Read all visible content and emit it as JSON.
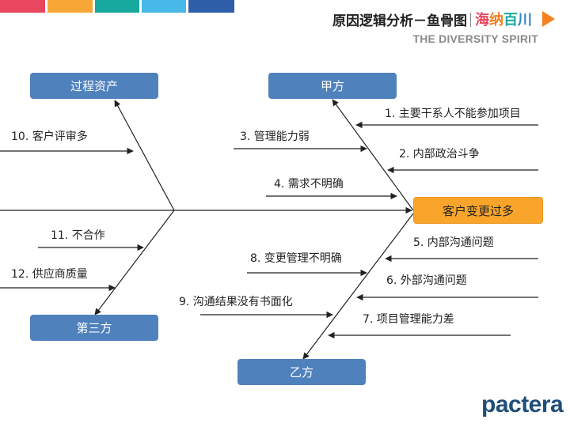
{
  "header": {
    "stripe_colors": [
      "#e8475f",
      "#f7a736",
      "#17a89e",
      "#47b8e8",
      "#2f5ea8"
    ],
    "title": "原因逻辑分析－鱼骨图",
    "brand": [
      {
        "text": "海",
        "color": "#e8475f"
      },
      {
        "text": "纳",
        "color": "#f4801f"
      },
      {
        "text": "百",
        "color": "#17a89e"
      },
      {
        "text": "川",
        "color": "#2f86c8"
      }
    ],
    "subtitle": "THE DIVERSITY SPIRIT"
  },
  "diagram": {
    "head": "客户变更过多",
    "categories": {
      "top_left": "过程资产",
      "top_right": "甲方",
      "bottom_left": "第三方",
      "bottom_right": "乙方"
    },
    "causes": {
      "c1": "1. 主要干系人不能参加项目",
      "c2": "2. 内部政治斗争",
      "c3": "3. 管理能力弱",
      "c4": "4. 需求不明确",
      "c5": "5. 内部沟通问题",
      "c6": "6. 外部沟通问题",
      "c7": "7. 项目管理能力差",
      "c8": "8. 变更管理不明确",
      "c9": "9. 沟通结果没有书面化",
      "c10": "10. 客户评审多",
      "c11": "11. 不合作",
      "c12": "12. 供应商质量"
    }
  },
  "footer": {
    "logo": "pactera"
  }
}
